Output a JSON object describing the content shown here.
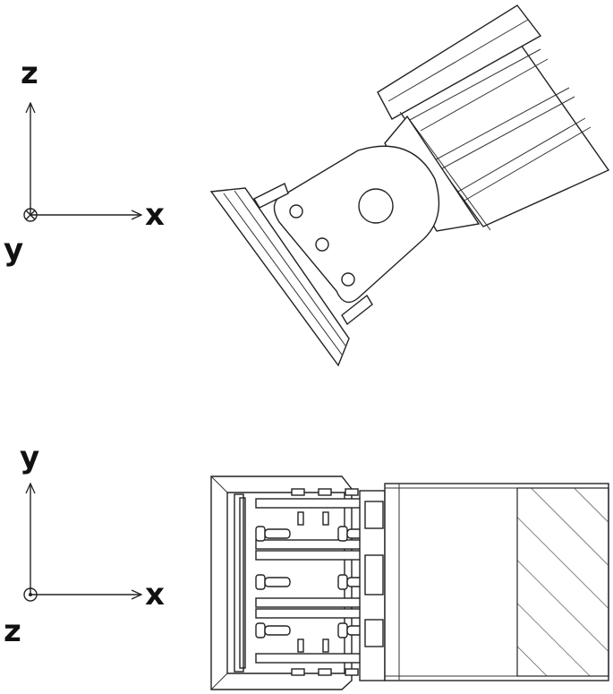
{
  "figure": {
    "top_view": {
      "axis_vertical": "z",
      "axis_horizontal": "x",
      "axis_depth": "y",
      "depth_symbol": "into-page"
    },
    "bottom_view": {
      "axis_vertical": "y",
      "axis_horizontal": "x",
      "axis_depth": "z",
      "depth_symbol": "out-of-page"
    }
  }
}
